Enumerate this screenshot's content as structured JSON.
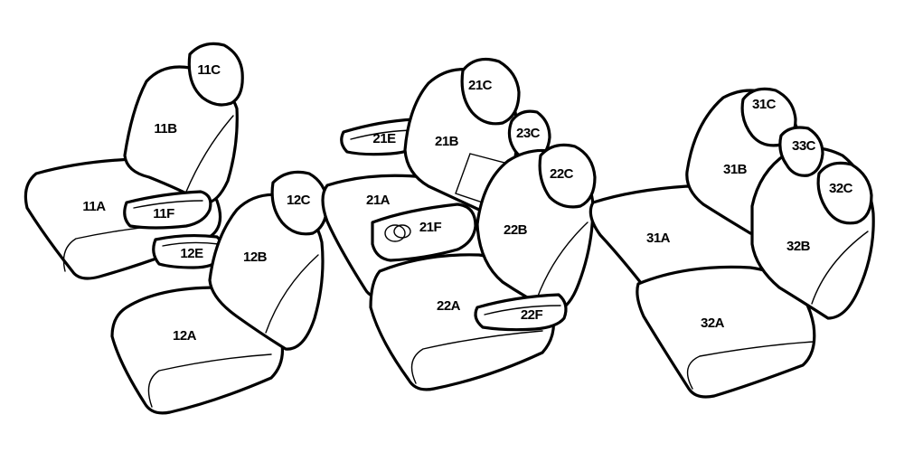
{
  "diagram": {
    "row1": {
      "seat11": {
        "cushion": "11A",
        "back": "11B",
        "headrest": "11C",
        "armrest": "11F"
      },
      "armrest_12E": "12E",
      "seat12": {
        "cushion": "12A",
        "back": "12B",
        "headrest": "12C"
      }
    },
    "row2": {
      "seat21": {
        "cushion": "21A",
        "back": "21B",
        "headrest": "21C",
        "armrest": "21E",
        "console": "21F"
      },
      "headrest_23C": "23C",
      "seat22": {
        "cushion": "22A",
        "back": "22B",
        "headrest": "22C",
        "armrest": "22F"
      }
    },
    "row3": {
      "cushion": "31A",
      "cushion_right": "32A",
      "back_left": "31B",
      "back_right": "32B",
      "headrest_left": "31C",
      "headrest_center": "33C",
      "headrest_right": "32C"
    }
  }
}
